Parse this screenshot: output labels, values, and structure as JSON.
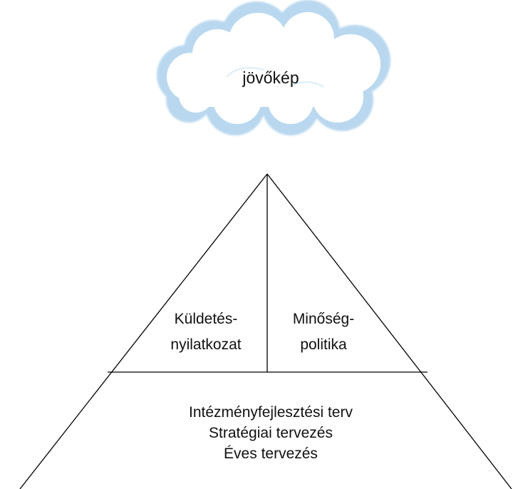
{
  "vision": {
    "label": "jövőkép"
  },
  "pyramid": {
    "upper_left": {
      "line1": "Küldetés-",
      "line2": "nyilatkozat"
    },
    "upper_right": {
      "line1": "Minőség-",
      "line2": "politika"
    },
    "base": {
      "line1": "Intézményfejlesztési terv",
      "line2": "Stratégiai tervezés",
      "line3": "Éves tervezés"
    }
  },
  "colors": {
    "cloud_fill_outer": "#b5d5ee",
    "cloud_fill_inner": "#ffffff",
    "cloud_outline": "#8fbbe0",
    "line": "#000000",
    "text": "#111111"
  }
}
